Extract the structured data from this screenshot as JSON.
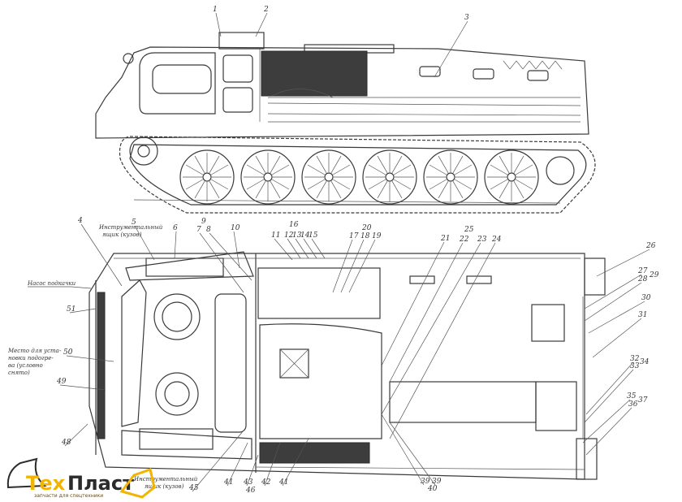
{
  "figure": {
    "side_view_callouts": [
      "1",
      "2",
      "3"
    ],
    "plan_view_callouts": [
      "4",
      "5",
      "6",
      "9",
      "7",
      "8",
      "10",
      "16",
      "11",
      "12",
      "13",
      "14",
      "15",
      "20",
      "17",
      "18",
      "19",
      "25",
      "21",
      "22",
      "23",
      "24",
      "26",
      "27",
      "28",
      "29",
      "30",
      "31",
      "32",
      "33",
      "34",
      "35",
      "36",
      "37",
      "45",
      "41",
      "43",
      "42",
      "41",
      "46",
      "39",
      "39",
      "40",
      "51",
      "50",
      "49",
      "48"
    ],
    "notes": {
      "tool_box_top": [
        "Инструментальный",
        "ящик (кузов)"
      ],
      "pump": "Насос подкачки",
      "heater_place": [
        "Место для уста-",
        "новки подогре-",
        "ва (условно",
        "снято)"
      ],
      "tool_box_bottom": [
        "Инструментальный",
        "ящик (кузов)"
      ]
    }
  },
  "logo": {
    "name_part1": "Тех",
    "name_part2": "Пласт",
    "tagline": "запчасти для спецтехники",
    "colors": {
      "yellow": "#f2b400",
      "dark": "#2b2b2b"
    }
  }
}
